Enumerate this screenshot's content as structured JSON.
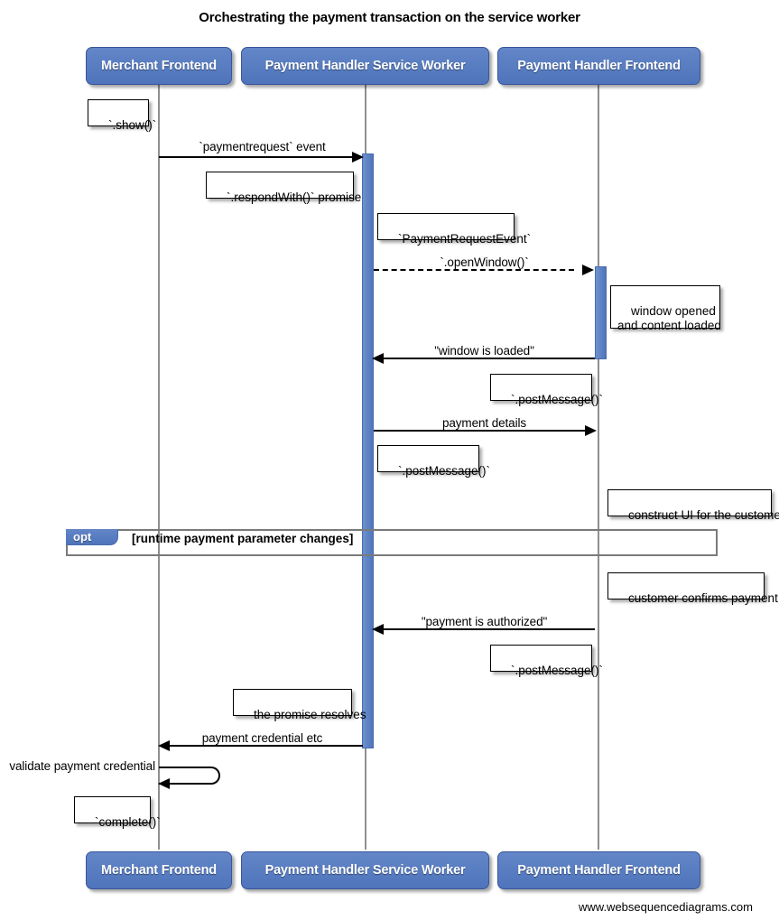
{
  "title": "Orchestrating the payment transaction on the service worker",
  "footer": "www.websequencediagrams.com",
  "colors": {
    "participant_fill": "#5b80c4",
    "participant_border": "#39569b",
    "activation_fill": "#5b80c4",
    "lifeline": "#8f8f8f",
    "fragment_border": "#7a7a7a",
    "note_fill": "#ffffff",
    "arrow": "#000000"
  },
  "participants": [
    {
      "id": "merchant-frontend",
      "label": "Merchant Frontend"
    },
    {
      "id": "payment-handler-service-worker",
      "label": "Payment Handler Service Worker"
    },
    {
      "id": "payment-handler-frontend",
      "label": "Payment Handler Frontend"
    }
  ],
  "participants_bottom": [
    {
      "id": "merchant-frontend",
      "label": "Merchant Frontend"
    },
    {
      "id": "payment-handler-service-worker",
      "label": "Payment Handler Service Worker"
    },
    {
      "id": "payment-handler-frontend",
      "label": "Payment Handler Frontend"
    }
  ],
  "messages": [
    {
      "id": "paymentrequest-event",
      "label": "`paymentrequest` event",
      "from": "merchant-frontend",
      "to": "payment-handler-service-worker",
      "style": "solid",
      "direction": "right"
    },
    {
      "id": "open-window",
      "label": "`.openWindow()`",
      "from": "payment-handler-service-worker",
      "to": "payment-handler-frontend",
      "style": "dashed",
      "direction": "right"
    },
    {
      "id": "window-is-loaded",
      "label": "\"window is loaded\"",
      "from": "payment-handler-frontend",
      "to": "payment-handler-service-worker",
      "style": "solid",
      "direction": "left"
    },
    {
      "id": "payment-details",
      "label": "payment details",
      "from": "payment-handler-service-worker",
      "to": "payment-handler-frontend",
      "style": "solid",
      "direction": "right"
    },
    {
      "id": "payment-is-authorized",
      "label": "\"payment is authorized\"",
      "from": "payment-handler-frontend",
      "to": "payment-handler-service-worker",
      "style": "solid",
      "direction": "left"
    },
    {
      "id": "payment-credential-etc",
      "label": "payment credential etc",
      "from": "payment-handler-service-worker",
      "to": "merchant-frontend",
      "style": "solid",
      "direction": "left"
    },
    {
      "id": "validate-payment-credential",
      "label": "validate payment credential",
      "from": "merchant-frontend",
      "to": "merchant-frontend",
      "style": "self",
      "direction": "left"
    }
  ],
  "notes": [
    {
      "id": "note-show",
      "text": "`.show()`"
    },
    {
      "id": "note-respondwith-promise",
      "text": "`.respondWith()` promise"
    },
    {
      "id": "note-paymentrequestevent",
      "text": "`PaymentRequestEvent`"
    },
    {
      "id": "note-window-opened",
      "text": "window opened\nand content loaded"
    },
    {
      "id": "note-postmessage-1",
      "text": "`.postMessage()`"
    },
    {
      "id": "note-postmessage-2",
      "text": "`.postMessage()`"
    },
    {
      "id": "note-construct-ui",
      "text": "construct UI for the customer"
    },
    {
      "id": "note-customer-confirms",
      "text": "customer confirms payment"
    },
    {
      "id": "note-postmessage-3",
      "text": "`.postMessage()`"
    },
    {
      "id": "note-promise-resolves",
      "text": "the promise resolves"
    },
    {
      "id": "note-complete",
      "text": "`complete()`"
    }
  ],
  "fragments": [
    {
      "id": "fragment-opt",
      "kind": "opt",
      "condition": "[runtime payment parameter changes]"
    }
  ]
}
